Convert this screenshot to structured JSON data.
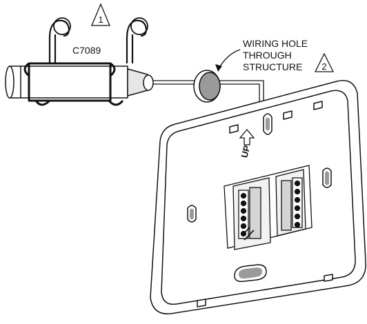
{
  "sensor": {
    "label": "C7089",
    "note_number": "1"
  },
  "wiring_hole": {
    "label_lines": [
      "WIRING HOLE",
      "THROUGH",
      "STRUCTURE"
    ],
    "note_number": "2"
  },
  "wallplate": {
    "up_marker": "UP"
  },
  "colors": {
    "line": "#111111",
    "shade": "#9a9a9a",
    "light_shade": "#d4d4d4",
    "background": "#ffffff"
  }
}
